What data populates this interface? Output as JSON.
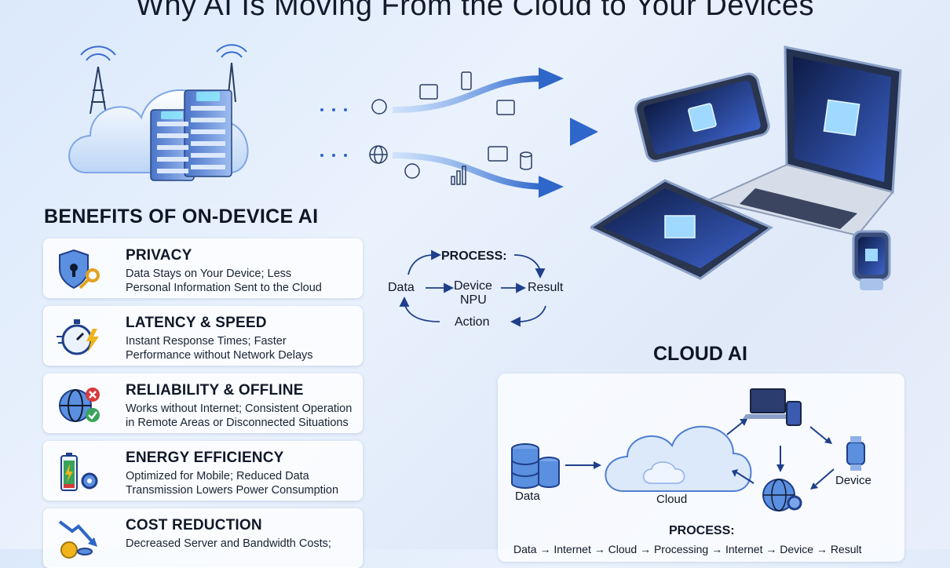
{
  "title": "Why AI Is Moving From the Cloud to Your Devices",
  "benefits": {
    "heading": "BENEFITS OF ON-DEVICE AI",
    "items": [
      {
        "title": "PRIVACY",
        "line1": "Data Stays on Your Device; Less",
        "line2": "Personal Information Sent to the Cloud",
        "icon": "shield-key-icon"
      },
      {
        "title": "LATENCY & SPEED",
        "line1": "Instant Response Times; Faster",
        "line2": "Performance without Network Delays",
        "icon": "stopwatch-lightning-icon"
      },
      {
        "title": "RELIABILITY & OFFLINE",
        "line1": "Works without Internet; Consistent Operation",
        "line2": "in Remote Areas or Disconnected Situations",
        "icon": "globe-offline-icon"
      },
      {
        "title": "ENERGY EFFICIENCY",
        "line1": "Optimized for Mobile; Reduced Data",
        "line2": "Transmission Lowers Power Consumption",
        "icon": "battery-gear-icon"
      },
      {
        "title": "COST REDUCTION",
        "line1": "Decreased Server and Bandwidth Costs;",
        "line2": "",
        "icon": "coins-down-icon"
      }
    ]
  },
  "device_process": {
    "heading": "PROCESS:",
    "data": "Data",
    "device": "Device",
    "npu": "NPU",
    "result": "Result",
    "action": "Action"
  },
  "cloud": {
    "heading": "CLOUD AI",
    "data_label": "Data",
    "cloud_label": "Cloud",
    "device_label": "Device",
    "process_heading": "PROCESS:",
    "process_line": "Data → Internet → Cloud → Processing → Internet → Device → Result"
  },
  "colors": {
    "accent": "#2f6fd6",
    "deep": "#1f3f8a",
    "light": "#8fb8f2"
  }
}
